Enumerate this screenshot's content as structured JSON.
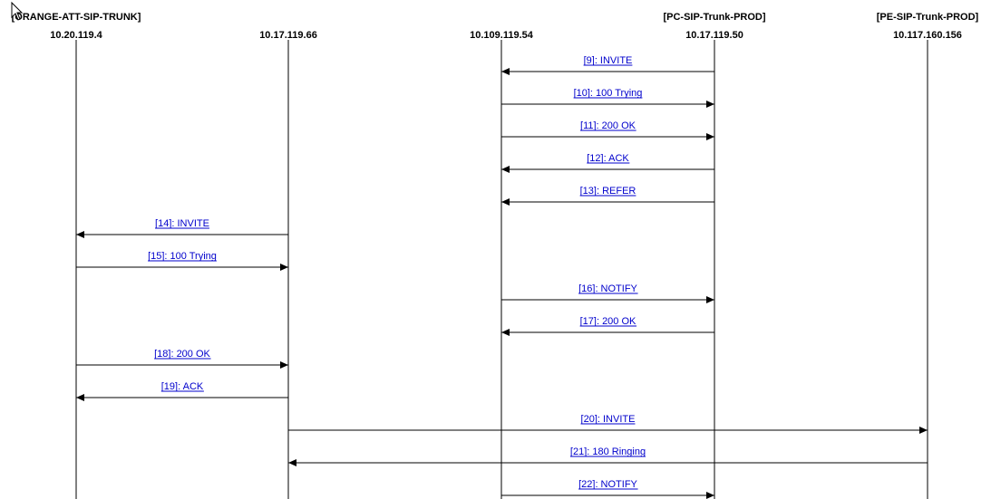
{
  "entities": [
    {
      "name": "[ORANGE-ATT-SIP-TRUNK]",
      "ip": "10.20.119.4"
    },
    {
      "name": "",
      "ip": "10.17.119.66"
    },
    {
      "name": "",
      "ip": "10.109.119.54"
    },
    {
      "name": "[PC-SIP-Trunk-PROD]",
      "ip": "10.17.119.50"
    },
    {
      "name": "[PE-SIP-Trunk-PROD]",
      "ip": "10.117.160.156"
    }
  ],
  "messages": [
    {
      "index": "[9]",
      "label": "INVITE",
      "from": 3,
      "to": 2
    },
    {
      "index": "[10]",
      "label": "100 Trying",
      "from": 2,
      "to": 3
    },
    {
      "index": "[11]",
      "label": "200 OK",
      "from": 2,
      "to": 3
    },
    {
      "index": "[12]",
      "label": "ACK",
      "from": 3,
      "to": 2
    },
    {
      "index": "[13]",
      "label": "REFER",
      "from": 3,
      "to": 2
    },
    {
      "index": "[14]",
      "label": "INVITE",
      "from": 1,
      "to": 0
    },
    {
      "index": "[15]",
      "label": "100 Trying",
      "from": 0,
      "to": 1
    },
    {
      "index": "[16]",
      "label": "NOTIFY",
      "from": 2,
      "to": 3
    },
    {
      "index": "[17]",
      "label": "200 OK",
      "from": 3,
      "to": 2
    },
    {
      "index": "[18]",
      "label": "200 OK",
      "from": 0,
      "to": 1
    },
    {
      "index": "[19]",
      "label": "ACK",
      "from": 1,
      "to": 0
    },
    {
      "index": "[20]",
      "label": "INVITE",
      "from": 1,
      "to": 4
    },
    {
      "index": "[21]",
      "label": "180 Ringing",
      "from": 4,
      "to": 1
    },
    {
      "index": "[22]",
      "label": "NOTIFY",
      "from": 2,
      "to": 3
    }
  ]
}
